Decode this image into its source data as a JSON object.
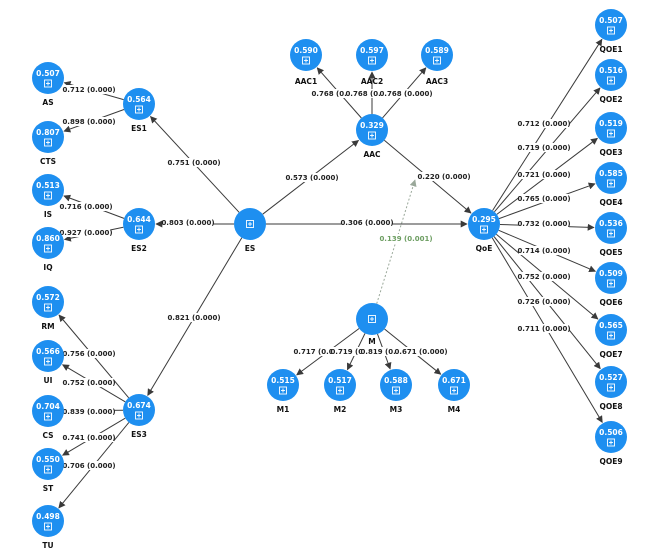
{
  "nodes": [
    {
      "id": "AS",
      "value": "0.507",
      "label": "AS"
    },
    {
      "id": "CTS",
      "value": "0.807",
      "label": "CTS"
    },
    {
      "id": "ES1",
      "value": "0.564",
      "label": "ES1"
    },
    {
      "id": "IS",
      "value": "0.513",
      "label": "IS"
    },
    {
      "id": "IQ",
      "value": "0.860",
      "label": "IQ"
    },
    {
      "id": "ES2",
      "value": "0.644",
      "label": "ES2"
    },
    {
      "id": "RM",
      "value": "0.572",
      "label": "RM"
    },
    {
      "id": "UI",
      "value": "0.566",
      "label": "UI"
    },
    {
      "id": "CS",
      "value": "0.704",
      "label": "CS"
    },
    {
      "id": "ST",
      "value": "0.550",
      "label": "ST"
    },
    {
      "id": "TU",
      "value": "0.498",
      "label": "TU"
    },
    {
      "id": "ES3",
      "value": "0.674",
      "label": "ES3"
    },
    {
      "id": "ES",
      "value": "",
      "label": "ES"
    },
    {
      "id": "AAC1",
      "value": "0.590",
      "label": "AAC1"
    },
    {
      "id": "AAC2",
      "value": "0.597",
      "label": "AAC2"
    },
    {
      "id": "AAC3",
      "value": "0.589",
      "label": "AAC3"
    },
    {
      "id": "AAC",
      "value": "0.329",
      "label": "AAC"
    },
    {
      "id": "M",
      "value": "",
      "label": "M"
    },
    {
      "id": "M1",
      "value": "0.515",
      "label": "M1"
    },
    {
      "id": "M2",
      "value": "0.517",
      "label": "M2"
    },
    {
      "id": "M3",
      "value": "0.588",
      "label": "M3"
    },
    {
      "id": "M4",
      "value": "0.671",
      "label": "M4"
    },
    {
      "id": "QoE",
      "value": "0.295",
      "label": "QoE"
    },
    {
      "id": "QOE1",
      "value": "0.507",
      "label": "QOE1"
    },
    {
      "id": "QOE2",
      "value": "0.516",
      "label": "QOE2"
    },
    {
      "id": "QOE3",
      "value": "0.519",
      "label": "QOE3"
    },
    {
      "id": "QOE4",
      "value": "0.585",
      "label": "QOE4"
    },
    {
      "id": "QOE5",
      "value": "0.536",
      "label": "QOE5"
    },
    {
      "id": "QOE6",
      "value": "0.509",
      "label": "QOE6"
    },
    {
      "id": "QOE7",
      "value": "0.565",
      "label": "QOE7"
    },
    {
      "id": "QOE8",
      "value": "0.527",
      "label": "QOE8"
    },
    {
      "id": "QOE9",
      "value": "0.506",
      "label": "QOE9"
    }
  ],
  "edges": [
    {
      "from": "ES1",
      "to": "AS",
      "label": "0.712 (0.000)"
    },
    {
      "from": "ES1",
      "to": "CTS",
      "label": "0.898 (0.000)"
    },
    {
      "from": "ES2",
      "to": "IS",
      "label": "0.716 (0.000)"
    },
    {
      "from": "ES2",
      "to": "IQ",
      "label": "0.927 (0.000)"
    },
    {
      "from": "ES3",
      "to": "RM",
      "label": "0.756 (0.000)"
    },
    {
      "from": "ES3",
      "to": "UI",
      "label": "0.752 (0.000)"
    },
    {
      "from": "ES3",
      "to": "CS",
      "label": "0.839 (0.000)"
    },
    {
      "from": "ES3",
      "to": "ST",
      "label": "0.741 (0.000)"
    },
    {
      "from": "ES3",
      "to": "TU",
      "label": "0.706 (0.000)"
    },
    {
      "from": "ES",
      "to": "ES1",
      "label": "0.751 (0.000)"
    },
    {
      "from": "ES",
      "to": "ES2",
      "label": "0.803 (0.000)"
    },
    {
      "from": "ES",
      "to": "ES3",
      "label": "0.821 (0.000)"
    },
    {
      "from": "ES",
      "to": "AAC",
      "label": "0.573 (0.000)"
    },
    {
      "from": "ES",
      "to": "QoE",
      "label": "0.306 (0.000)"
    },
    {
      "from": "AAC",
      "to": "AAC1",
      "label": "0.768 (0.000)"
    },
    {
      "from": "AAC",
      "to": "AAC2",
      "label": "0.768 (0.000)"
    },
    {
      "from": "AAC",
      "to": "AAC3",
      "label": "0.768 (0.000)"
    },
    {
      "from": "AAC",
      "to": "QoE",
      "label": "0.220 (0.000)"
    },
    {
      "from": "M",
      "to": "M1",
      "label": "0.717 (0.000)"
    },
    {
      "from": "M",
      "to": "M2",
      "label": "0.719 (0.000)"
    },
    {
      "from": "M",
      "to": "M3",
      "label": "0.819 (0.000)"
    },
    {
      "from": "M",
      "to": "M4",
      "label": "0.671 (0.000)"
    },
    {
      "from": "M",
      "to": "AACQoE",
      "label": "0.139 (0.001)",
      "style": "moderation",
      "color": "#6d9e62"
    },
    {
      "from": "QoE",
      "to": "QOE1",
      "label": "0.712 (0.000)"
    },
    {
      "from": "QoE",
      "to": "QOE2",
      "label": "0.719 (0.000)"
    },
    {
      "from": "QoE",
      "to": "QOE3",
      "label": "0.721 (0.000)"
    },
    {
      "from": "QoE",
      "to": "QOE4",
      "label": "0.765 (0.000)"
    },
    {
      "from": "QoE",
      "to": "QOE5",
      "label": "0.732 (0.000)"
    },
    {
      "from": "QoE",
      "to": "QOE6",
      "label": "0.714 (0.000)"
    },
    {
      "from": "QoE",
      "to": "QOE7",
      "label": "0.752 (0.000)"
    },
    {
      "from": "QoE",
      "to": "QOE8",
      "label": "0.726 (0.000)"
    },
    {
      "from": "QoE",
      "to": "QOE9",
      "label": "0.711 (0.000)"
    }
  ],
  "colors": {
    "node_fill": "#1e8ff0",
    "edge": "#3a3a3a",
    "moderation": "#6d9e62"
  },
  "icons": {
    "node": "expand-plus-icon"
  }
}
